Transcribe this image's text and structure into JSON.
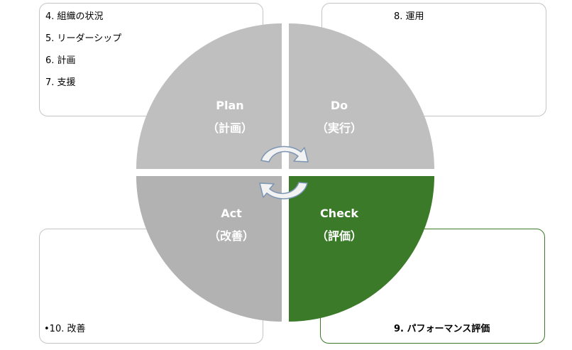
{
  "colors": {
    "quadrant_gray": "#bfbfbf",
    "quadrant_green": "#3a7a28",
    "box_border": "#c4c4c4",
    "box_border_highlight": "#3a7a28",
    "arrow_fill": "#f2f2f2",
    "arrow_stroke": "#7b95b3"
  },
  "boxes": {
    "top_left": {
      "items": [
        "4. 組織の状況",
        "5. リーダーシップ",
        "6. 計画",
        "7. 支援"
      ]
    },
    "top_right": {
      "items": [
        "8. 運用"
      ]
    },
    "bottom_left": {
      "items": [
        "•10. 改善"
      ]
    },
    "bottom_right": {
      "items": [
        "9. パフォーマンス評価"
      ]
    }
  },
  "cycle": {
    "plan": {
      "title": "Plan",
      "subtitle": "（計画）"
    },
    "do": {
      "title": "Do",
      "subtitle": "（実行）"
    },
    "act": {
      "title": "Act",
      "subtitle": "（改善）"
    },
    "check": {
      "title": "Check",
      "subtitle": "（評価）"
    }
  }
}
